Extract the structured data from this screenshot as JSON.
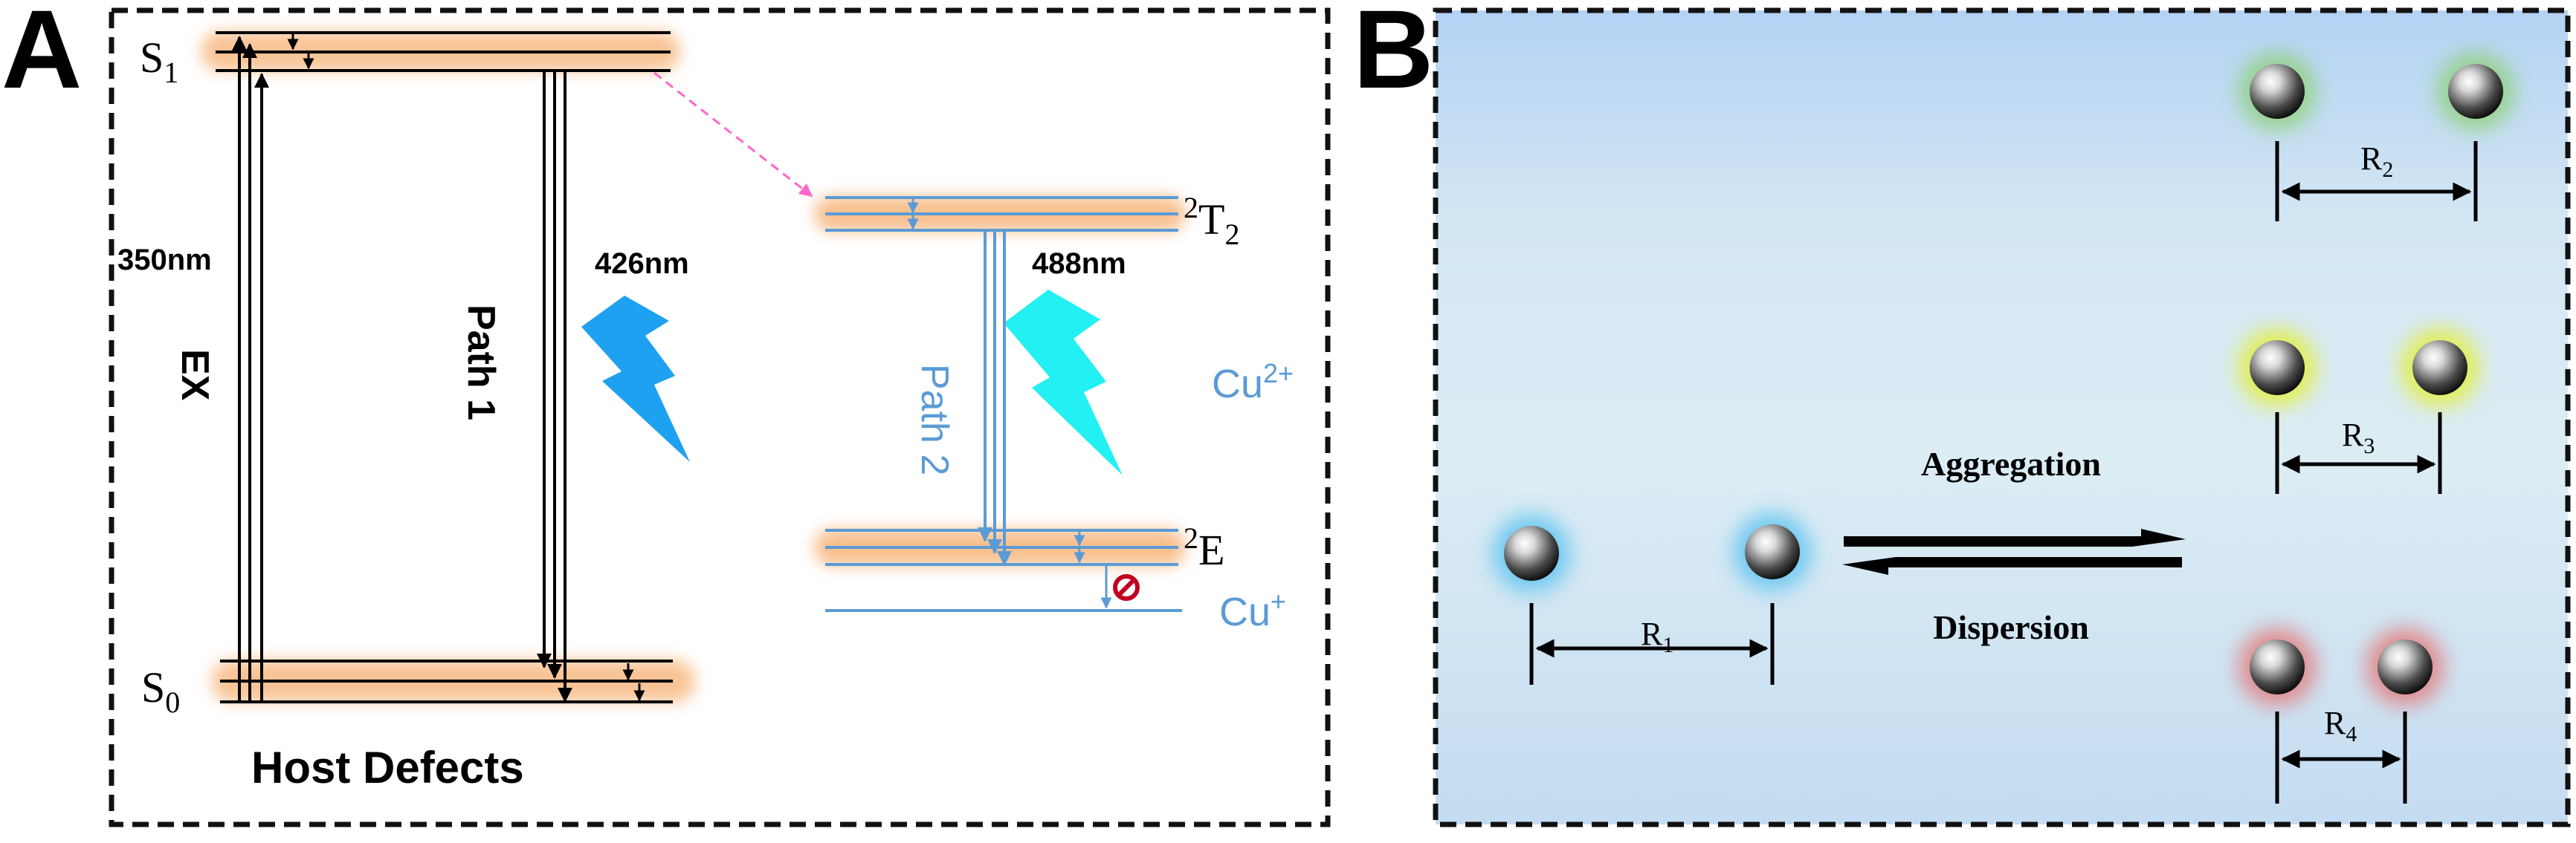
{
  "panel_a": {
    "letter": "A",
    "s1": {
      "base": "S",
      "sub": "1"
    },
    "s0": {
      "base": "S",
      "sub": "0"
    },
    "t2": {
      "sup": "2",
      "base": "T",
      "sub": "2"
    },
    "e": {
      "sup": "2",
      "base": "E"
    },
    "ex_wavelength": "350nm",
    "ex_label": "EX",
    "path1_label": "Path 1",
    "path1_wavelength": "426nm",
    "path2_label": "Path 2",
    "path2_wavelength": "488nm",
    "cu2_label": {
      "base": "Cu",
      "sup": "2+"
    },
    "cu1_label": {
      "base": "Cu",
      "sup": "+"
    },
    "host_label": "Host Defects"
  },
  "panel_b": {
    "letter": "B",
    "aggregation_label": "Aggregation",
    "dispersion_label": "Dispersion",
    "r1": {
      "base": "R",
      "sub": "1"
    },
    "r2": {
      "base": "R",
      "sub": "2"
    },
    "r3": {
      "base": "R",
      "sub": "3"
    },
    "r4": {
      "base": "R",
      "sub": "4"
    },
    "glow_colors": {
      "blue": "#5bc3f0",
      "green": "#8fd07a",
      "yellow": "#e4ee3c",
      "red": "#e47a7a"
    }
  },
  "colors": {
    "orange_band": "#f7b57c",
    "blue_line": "#5b9bd5",
    "lightning_blue": "#1ea1f0",
    "lightning_cyan": "#22f0f2",
    "magenta_dash": "#ff66cc"
  }
}
